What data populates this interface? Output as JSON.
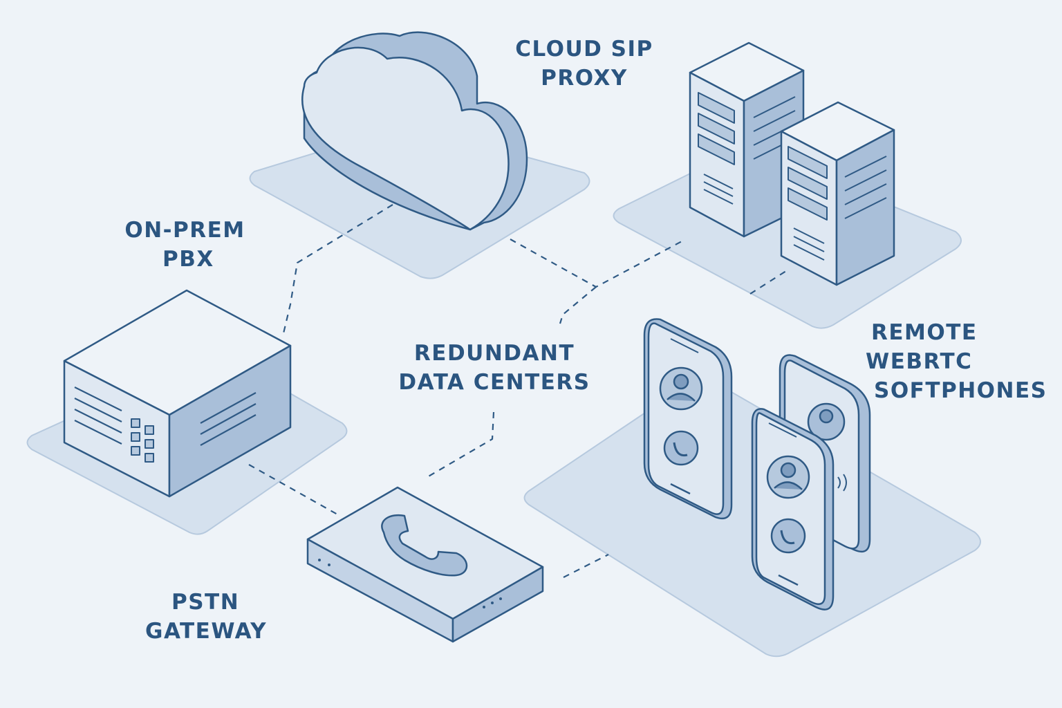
{
  "diagram": {
    "labels": {
      "cloud_sip_proxy": [
        "CLOUD SIP",
        "PROXY"
      ],
      "on_prem_pbx": [
        "ON-PREM",
        "PBX"
      ],
      "redundant_data_centers": [
        "REDUNDANT",
        "DATA CENTERS"
      ],
      "remote_webrtc_softphones": [
        "REMOTE",
        "WEBRTC",
        "SOFTPHONES"
      ],
      "pstn_gateway": [
        "PSTN",
        "GATEWAY"
      ]
    },
    "nodes": [
      {
        "id": "cloud",
        "icon": "cloud-icon"
      },
      {
        "id": "servers",
        "icon": "server-rack-icon"
      },
      {
        "id": "pbx",
        "icon": "pbx-box-icon"
      },
      {
        "id": "gateway",
        "icon": "phone-handset-icon"
      },
      {
        "id": "phones",
        "icon": "smartphone-icon"
      }
    ],
    "links": [
      {
        "from": "cloud",
        "to": "pbx",
        "style": "dashed"
      },
      {
        "from": "cloud",
        "to": "servers",
        "style": "dashed"
      },
      {
        "from": "servers",
        "to": "gateway",
        "style": "dashed"
      },
      {
        "from": "pbx",
        "to": "gateway",
        "style": "dashed"
      },
      {
        "from": "gateway",
        "to": "phones",
        "style": "dashed"
      }
    ],
    "colors": {
      "background": "#eef3f8",
      "platform": "#d5e1ee",
      "outline": "#2f5a85",
      "text": "#2b5580",
      "face_light": "#dfe8f2",
      "face_mid": "#c3d3e6",
      "face_dark": "#a9bfd9"
    }
  }
}
